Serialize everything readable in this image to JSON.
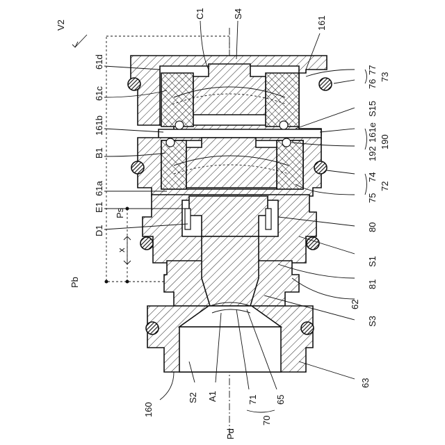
{
  "diagram": {
    "labels": {
      "v2": "V2",
      "c1": "C1",
      "s4": "S4",
      "l161": "161",
      "l61d": "61d",
      "l61c": "61c",
      "l161b": "161b",
      "b1": "B1",
      "l61a": "61a",
      "e1": "E1",
      "d1": "D1",
      "ps": "Ps",
      "x": "x",
      "pb": "Pb",
      "l77": "77",
      "l73": "73",
      "l76": "76",
      "s15": "S15",
      "l161e": "161e",
      "l190": "190",
      "l192": "192",
      "l74": "74",
      "l72": "72",
      "l75": "75",
      "l80": "80",
      "s1": "S1",
      "l81": "81",
      "l62": "62",
      "s3": "S3",
      "l63": "63",
      "l160": "160",
      "s2": "S2",
      "a1": "A1",
      "l71": "71",
      "l65": "65",
      "l70": "70",
      "pd": "Pd"
    }
  }
}
